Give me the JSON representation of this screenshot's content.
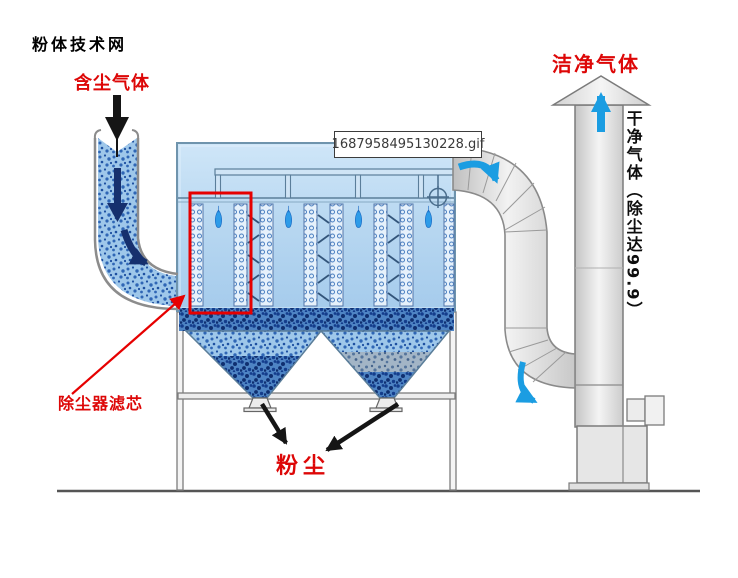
{
  "watermark": {
    "text": "粉体技术网"
  },
  "file_label": {
    "text": "1687958495130228.gif"
  },
  "labels": {
    "dusty_gas": {
      "text": "含尘气体",
      "color": "#dd0707"
    },
    "filter_core": {
      "text": "除尘器滤芯",
      "color": "#dd0707"
    },
    "dust": {
      "text": "粉尘",
      "color": "#dd0707"
    },
    "clean_gas": {
      "text": "洁净气体",
      "color": "#dd0707"
    },
    "clean_gas_note": {
      "text": "干净气体（除尘达99.9）",
      "color": "#0d0d0d"
    }
  },
  "colors": {
    "label_red": "#dd0707",
    "flow_blue": "#1b9de2",
    "dust_navy": "#16306e",
    "housing_blue": "#b9d8f1",
    "duct_gray": "#d9d9d9",
    "highlight_red": "#e60000",
    "ground_gray": "#555555"
  }
}
